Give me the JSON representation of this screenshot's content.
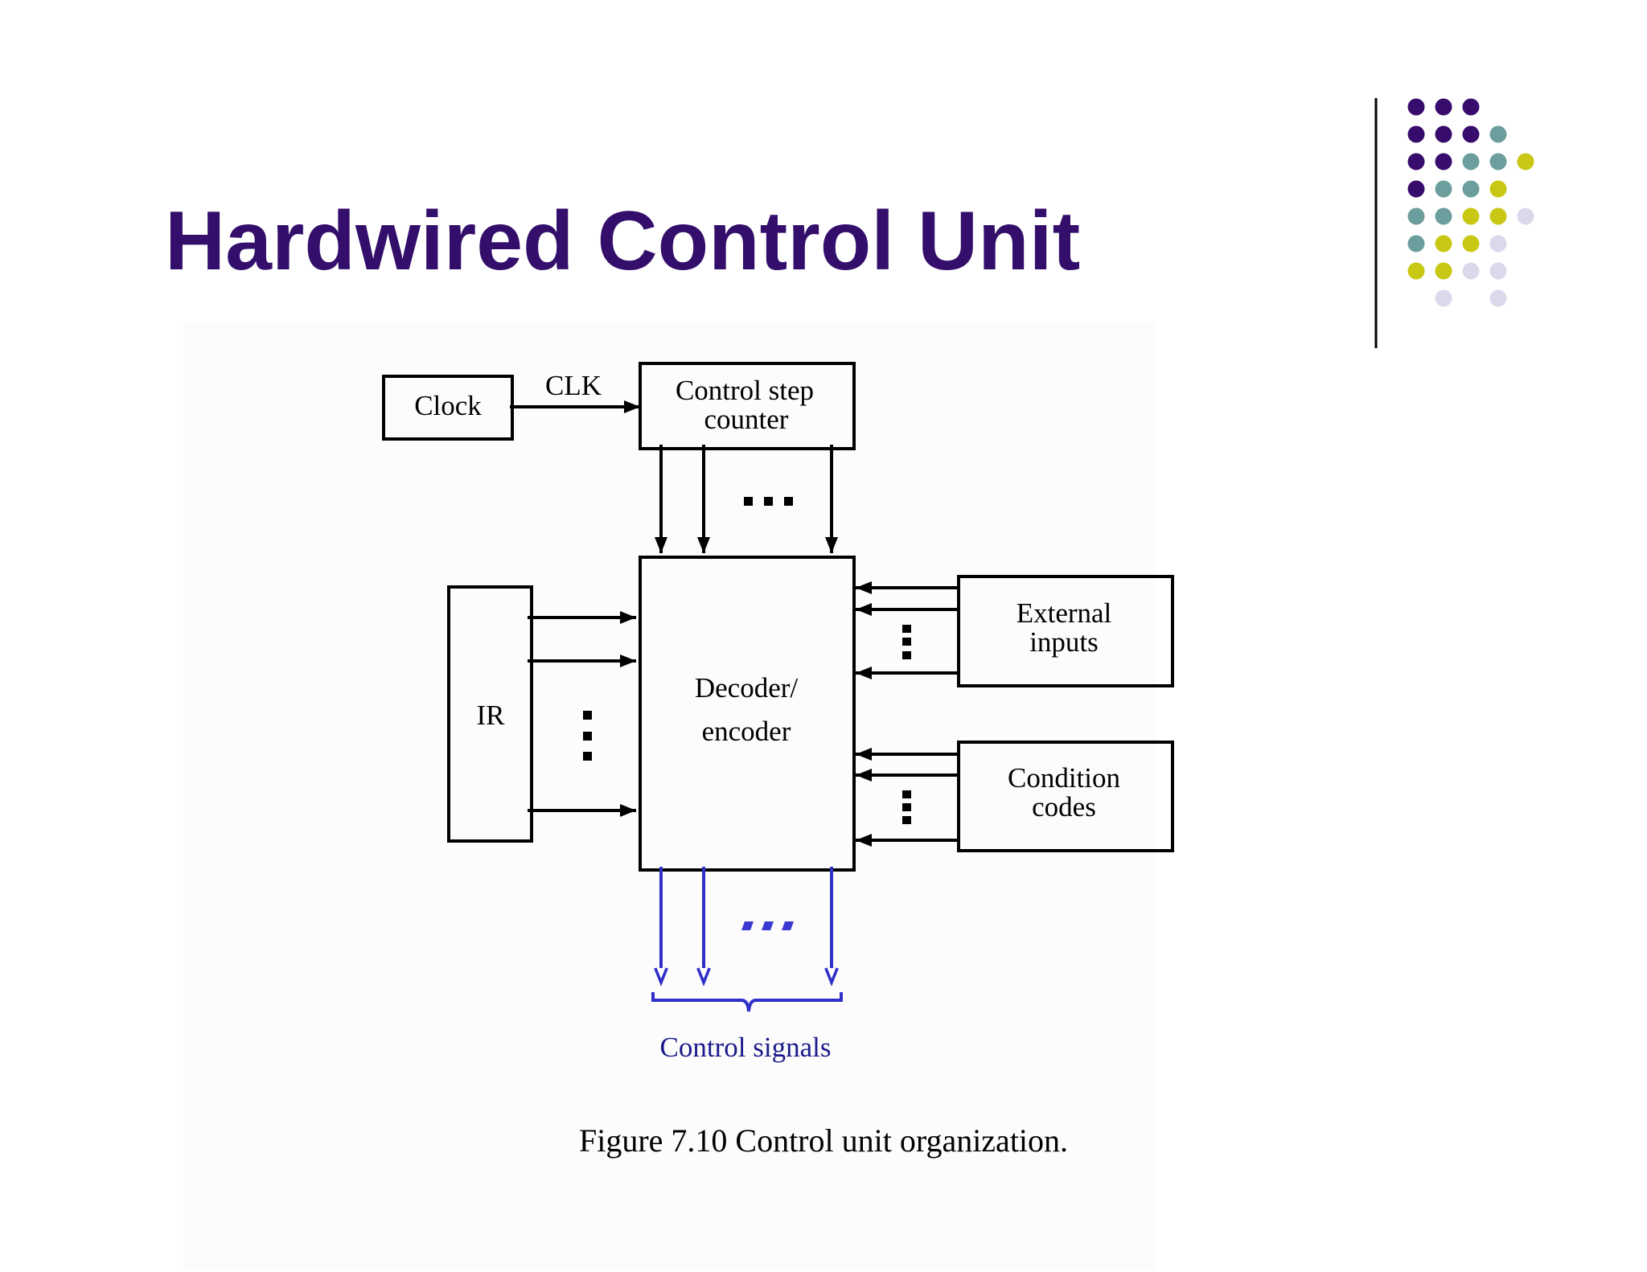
{
  "slide": {
    "title": "Hardwired Control Unit"
  },
  "diagram": {
    "clock": "Clock",
    "clk": "CLK",
    "counter_line1": "Control step",
    "counter_line2": "counter",
    "ir": "IR",
    "decoder_line1": "Decoder/",
    "decoder_line2": "encoder",
    "external_line1": "External",
    "external_line2": "inputs",
    "condition_line1": "Condition",
    "condition_line2": "codes",
    "control_signals": "Control signals"
  },
  "caption": "Figure 7.10 Control unit organization.",
  "colors": {
    "title": "#330e6b",
    "output_arrows": "#3030c8",
    "control_signals_text": "#1a1a8c",
    "dot_purple": "#380c6c",
    "dot_teal": "#6b9e9c",
    "dot_yellow": "#c8c814",
    "dot_lavender": "#dcd8ec"
  }
}
